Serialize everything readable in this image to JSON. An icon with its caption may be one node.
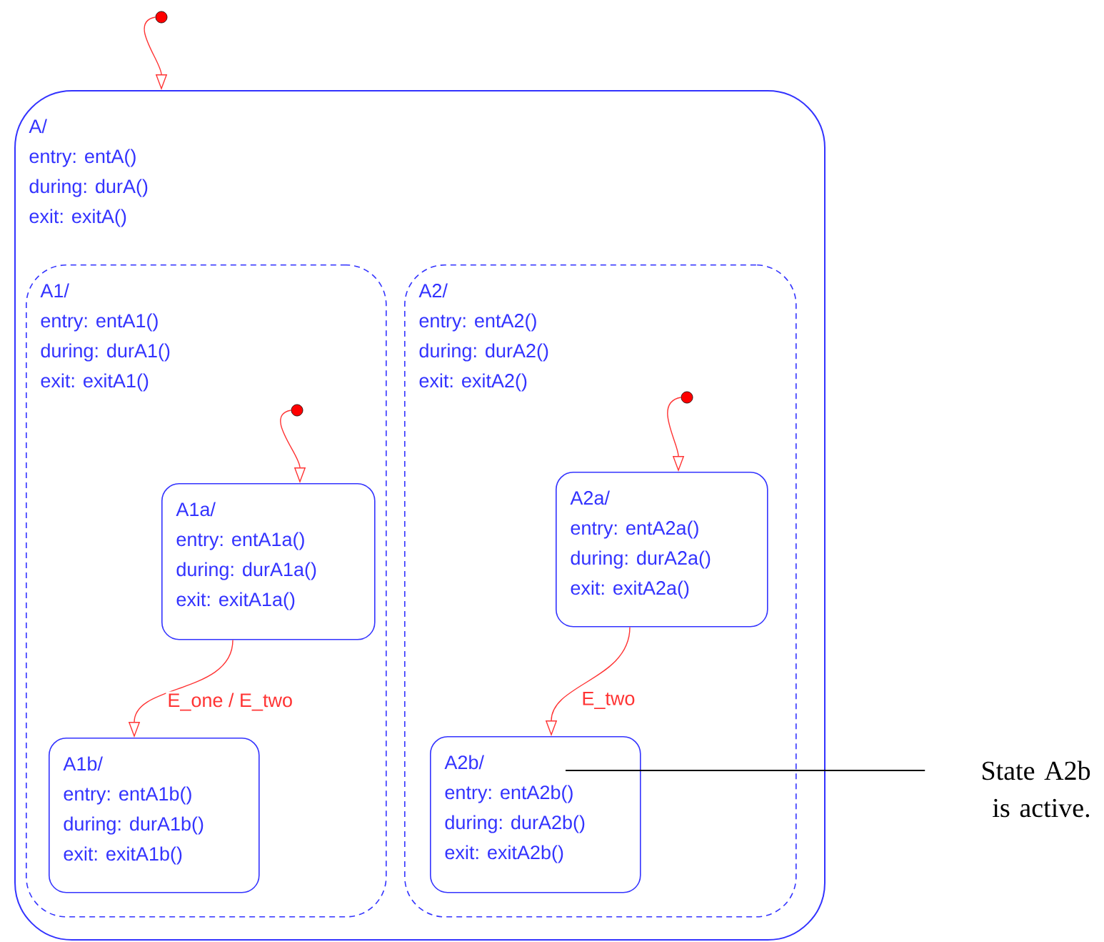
{
  "diagram": {
    "nodes": [
      {
        "text": [
          "A/",
          "entry: entA()",
          "during: durA()",
          "exit: exitA()"
        ]
      },
      {
        "text": [
          "A1/",
          "entry: entA1()",
          "during: durA1()",
          "exit: exitA1()"
        ],
        "in": 0
      },
      {
        "text": [
          "A1a/",
          "entry: entA1a()",
          "during: durA1a()",
          "exit: exitA1a()"
        ],
        "in": 1
      },
      {
        "text": [
          "A1b/",
          "entry: entA1b()",
          "during: durA1b()",
          "exit: exitA1b()"
        ],
        "in": 1
      },
      {
        "text": [
          "A2/",
          "entry: entA2()",
          "during: durA2()",
          "exit: exitA2()"
        ],
        "in": 0
      },
      {
        "text": [
          "A2a/",
          "entry: entA2a()",
          "during: durA2a()",
          "exit: exitA2a()"
        ],
        "in": 4
      },
      {
        "text": [
          "A2b/",
          "entry: entA2b()",
          "during: durA2b()",
          "exit: exitA2b()"
        ],
        "in": 4
      },
      {
        "text": [],
        "shape": "circle"
      },
      {
        "text": [],
        "shape": "circle",
        "in": 1
      },
      {
        "text": [],
        "shape": "circle",
        "in": 4
      },
      {
        "text": [
          "State A2b is active."
        ]
      }
    ],
    "edges": [
      {
        "from": 7,
        "to": 0,
        "arrow": "to"
      },
      {
        "from": 8,
        "to": 2,
        "arrow": "to"
      },
      {
        "from": 2,
        "to": 3,
        "arrow": "to",
        "label": "E_one / E_two"
      },
      {
        "from": 9,
        "to": 5,
        "arrow": "to"
      },
      {
        "from": 5,
        "to": 6,
        "arrow": "to",
        "label": "E_two"
      },
      {
        "from": 10,
        "to": 6,
        "arrow": "none",
        "color": "#000000"
      }
    ]
  }
}
